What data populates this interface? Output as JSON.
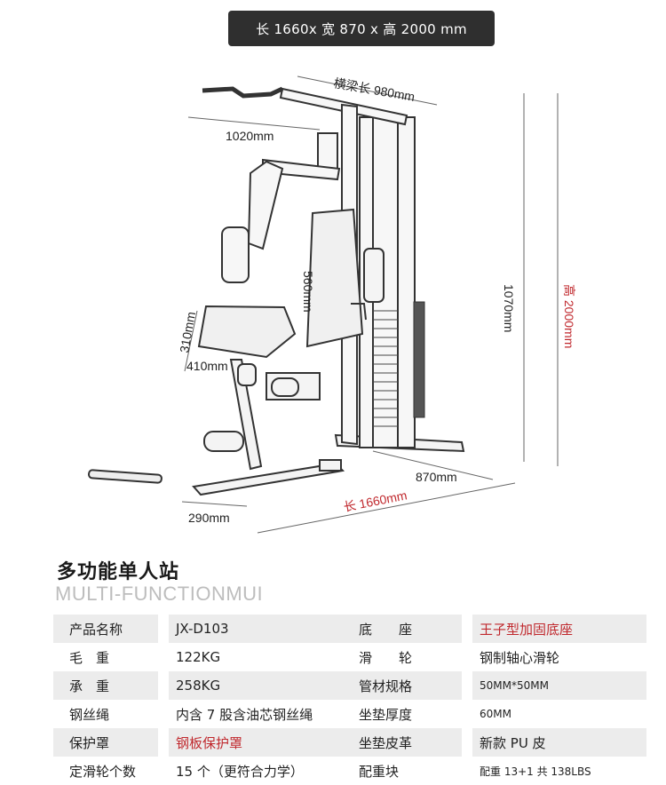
{
  "header": {
    "dimensions": "长 1660x 宽 870 x 高 2000 mm"
  },
  "diagram": {
    "beam_length": "横梁长 980mm",
    "bar_length": "1020mm",
    "backrest_height": "560mm",
    "seat_depth": "310mm",
    "seat_width": "410mm",
    "frame_height": "1070mm",
    "total_height": "高 2000mm",
    "base_width": "870mm",
    "length": "长 1660mm",
    "foot_rest": "290mm"
  },
  "title": {
    "zh": "多功能单人站",
    "en": "MULTI-FUNCTIONMUI"
  },
  "specs_left": [
    {
      "key": "产品名称",
      "value": "JX-D103",
      "red": false
    },
    {
      "key": "毛　重",
      "value": "122KG",
      "red": false
    },
    {
      "key": "承　重",
      "value": "258KG",
      "red": false
    },
    {
      "key": "钢丝绳",
      "value": "内含 7 股含油芯钢丝绳",
      "red": false
    },
    {
      "key": "保护罩",
      "value": "钢板保护罩",
      "red": true
    },
    {
      "key": "定滑轮个数",
      "value": "15 个（更符合力学）",
      "red": false
    }
  ],
  "specs_right": [
    {
      "key": "底　　座",
      "value": "王子型加固底座",
      "red": true
    },
    {
      "key": "滑　　轮",
      "value": "钢制轴心滑轮",
      "red": false
    },
    {
      "key": "管材规格",
      "value": "50MM*50MM",
      "red": false
    },
    {
      "key": "坐垫厚度",
      "value": "60MM",
      "red": false
    },
    {
      "key": "坐垫皮革",
      "value": "新款 PU 皮",
      "red": false
    },
    {
      "key": "配重块",
      "value": "配重 13+1 共 138LBS",
      "red": false
    }
  ],
  "colors": {
    "accent_red": "#c0282d",
    "pill_bg": "#2f2f2f",
    "row_shade": "#ececec"
  }
}
